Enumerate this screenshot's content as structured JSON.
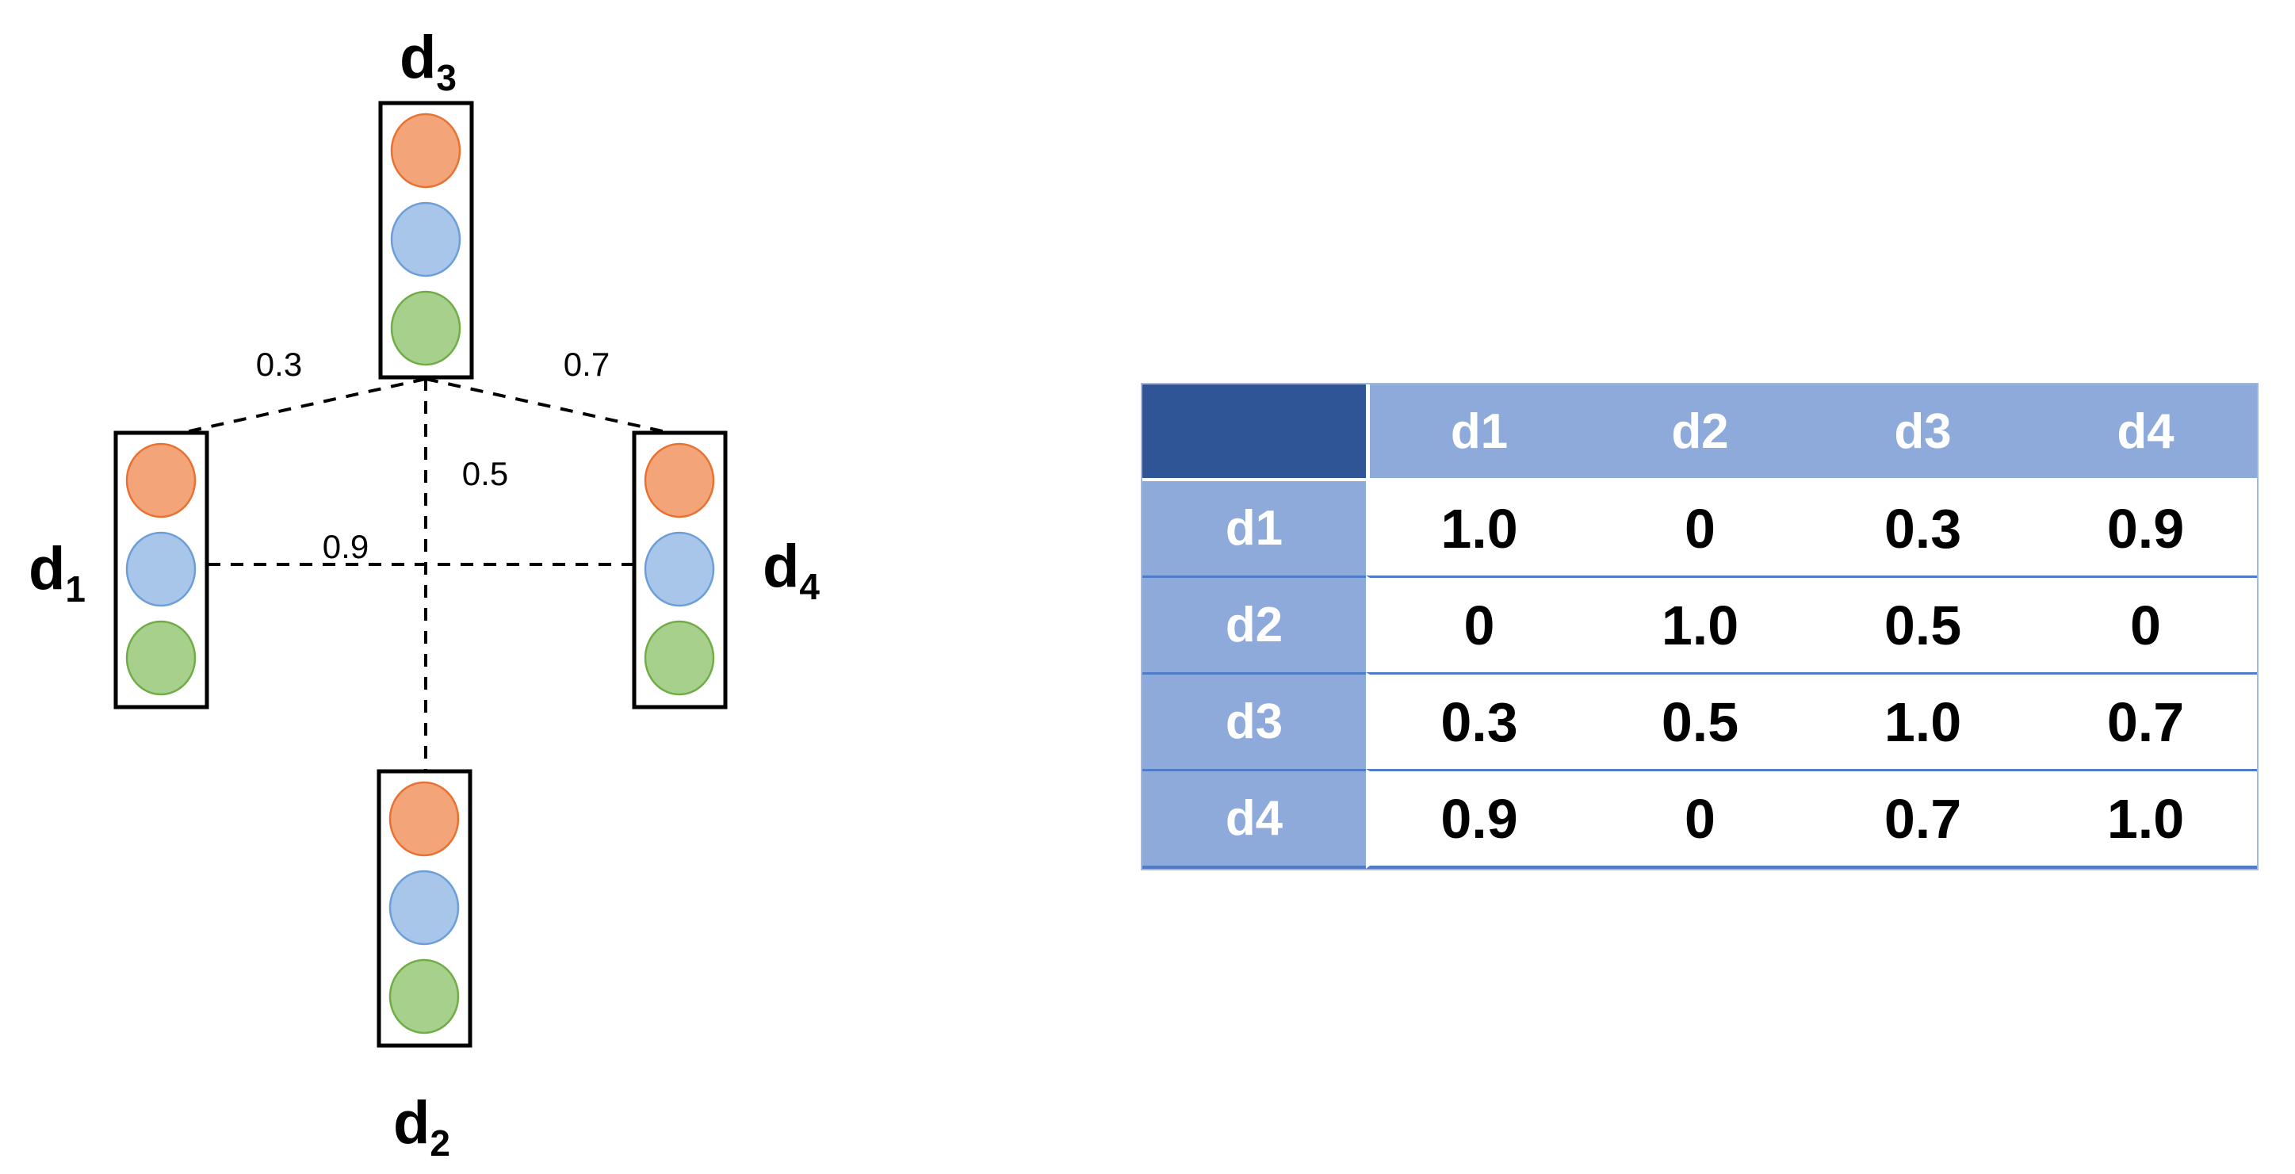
{
  "colors": {
    "token-orange-fill": "#F3A579",
    "token-orange-stroke": "#E97132",
    "token-blue-fill": "#A7C6EA",
    "token-blue-stroke": "#6D9ED8",
    "token-green-fill": "#A8D08D",
    "token-green-stroke": "#70AD47",
    "table-corner-bg": "#2F5597",
    "table-header-bg": "#8EAADB",
    "table-header-text": "#FFFFFF",
    "table-grid": "#4F7CC7",
    "table-body-text": "#000000"
  },
  "diagram": {
    "nodes": [
      {
        "id": "d1",
        "label_base": "d",
        "label_sub": "1"
      },
      {
        "id": "d2",
        "label_base": "d",
        "label_sub": "2"
      },
      {
        "id": "d3",
        "label_base": "d",
        "label_sub": "3"
      },
      {
        "id": "d4",
        "label_base": "d",
        "label_sub": "4"
      }
    ],
    "token_colors": [
      "orange",
      "blue",
      "green"
    ],
    "edges": [
      {
        "from": "d3",
        "to": "d1",
        "weight": "0.3"
      },
      {
        "from": "d3",
        "to": "d4",
        "weight": "0.7"
      },
      {
        "from": "d3",
        "to": "d2",
        "weight": "0.5"
      },
      {
        "from": "d1",
        "to": "d4",
        "weight": "0.9"
      }
    ]
  },
  "table": {
    "corner": "",
    "col_headers": [
      "d1",
      "d2",
      "d3",
      "d4"
    ],
    "rows": [
      {
        "header": "d1",
        "cells": [
          "1.0",
          "0",
          "0.3",
          "0.9"
        ]
      },
      {
        "header": "d2",
        "cells": [
          "0",
          "1.0",
          "0.5",
          "0"
        ]
      },
      {
        "header": "d3",
        "cells": [
          "0.3",
          "0.5",
          "1.0",
          "0.7"
        ]
      },
      {
        "header": "d4",
        "cells": [
          "0.9",
          "0",
          "0.7",
          "1.0"
        ]
      }
    ]
  }
}
